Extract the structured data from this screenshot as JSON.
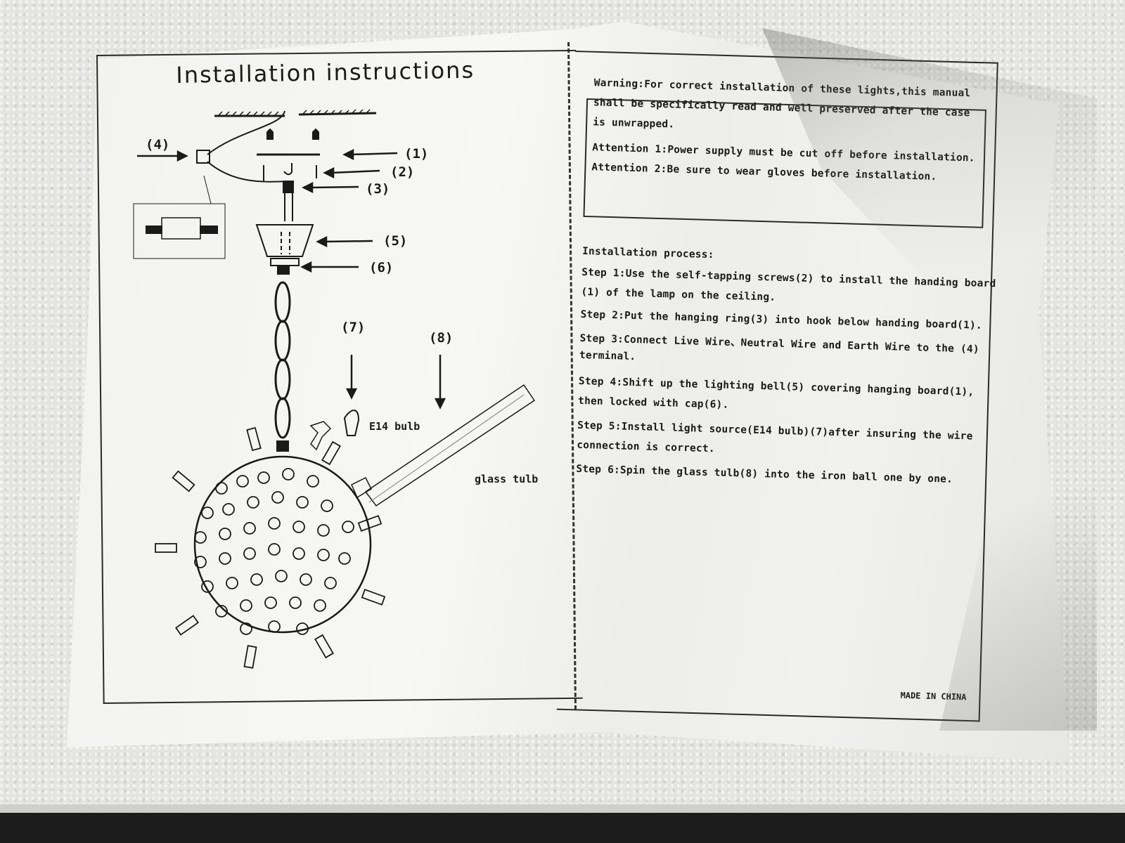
{
  "title": "Installation instructions",
  "diagram": {
    "callouts": [
      "(1)",
      "(2)",
      "(3)",
      "(4)",
      "(5)",
      "(6)",
      "(7)",
      "(8)"
    ],
    "bulb_label": "E14 bulb",
    "tube_label": "glass tulb"
  },
  "warning": {
    "lines": [
      "Warning:For correct installation of these lights,this manual",
      "shall be specifically read and well preserved after the case",
      "is unwrapped.",
      "Attention 1:Power supply must be cut off before installation.",
      "Attention 2:Be sure to wear gloves before installation."
    ]
  },
  "process": {
    "heading": "Installation process:",
    "lines": [
      "Step 1:Use the self-tapping screws(2) to install the handing board",
      "(1) of the lamp on the ceiling.",
      "Step 2:Put the hanging ring(3) into hook below handing board(1).",
      "Step 3:Connect Live Wire、Neutral Wire and Earth Wire to the (4)",
      "terminal.",
      "Step 4:Shift up the lighting bell(5) covering hanging board(1),",
      "then locked with cap(6).",
      "Step 5:Install light source(E14 bulb)(7)after insuring the wire",
      "connection is correct.",
      "Step 6:Spin the glass tulb(8) into the iron ball one by one."
    ]
  },
  "footer": {
    "made_in": "MADE IN CHINA"
  }
}
